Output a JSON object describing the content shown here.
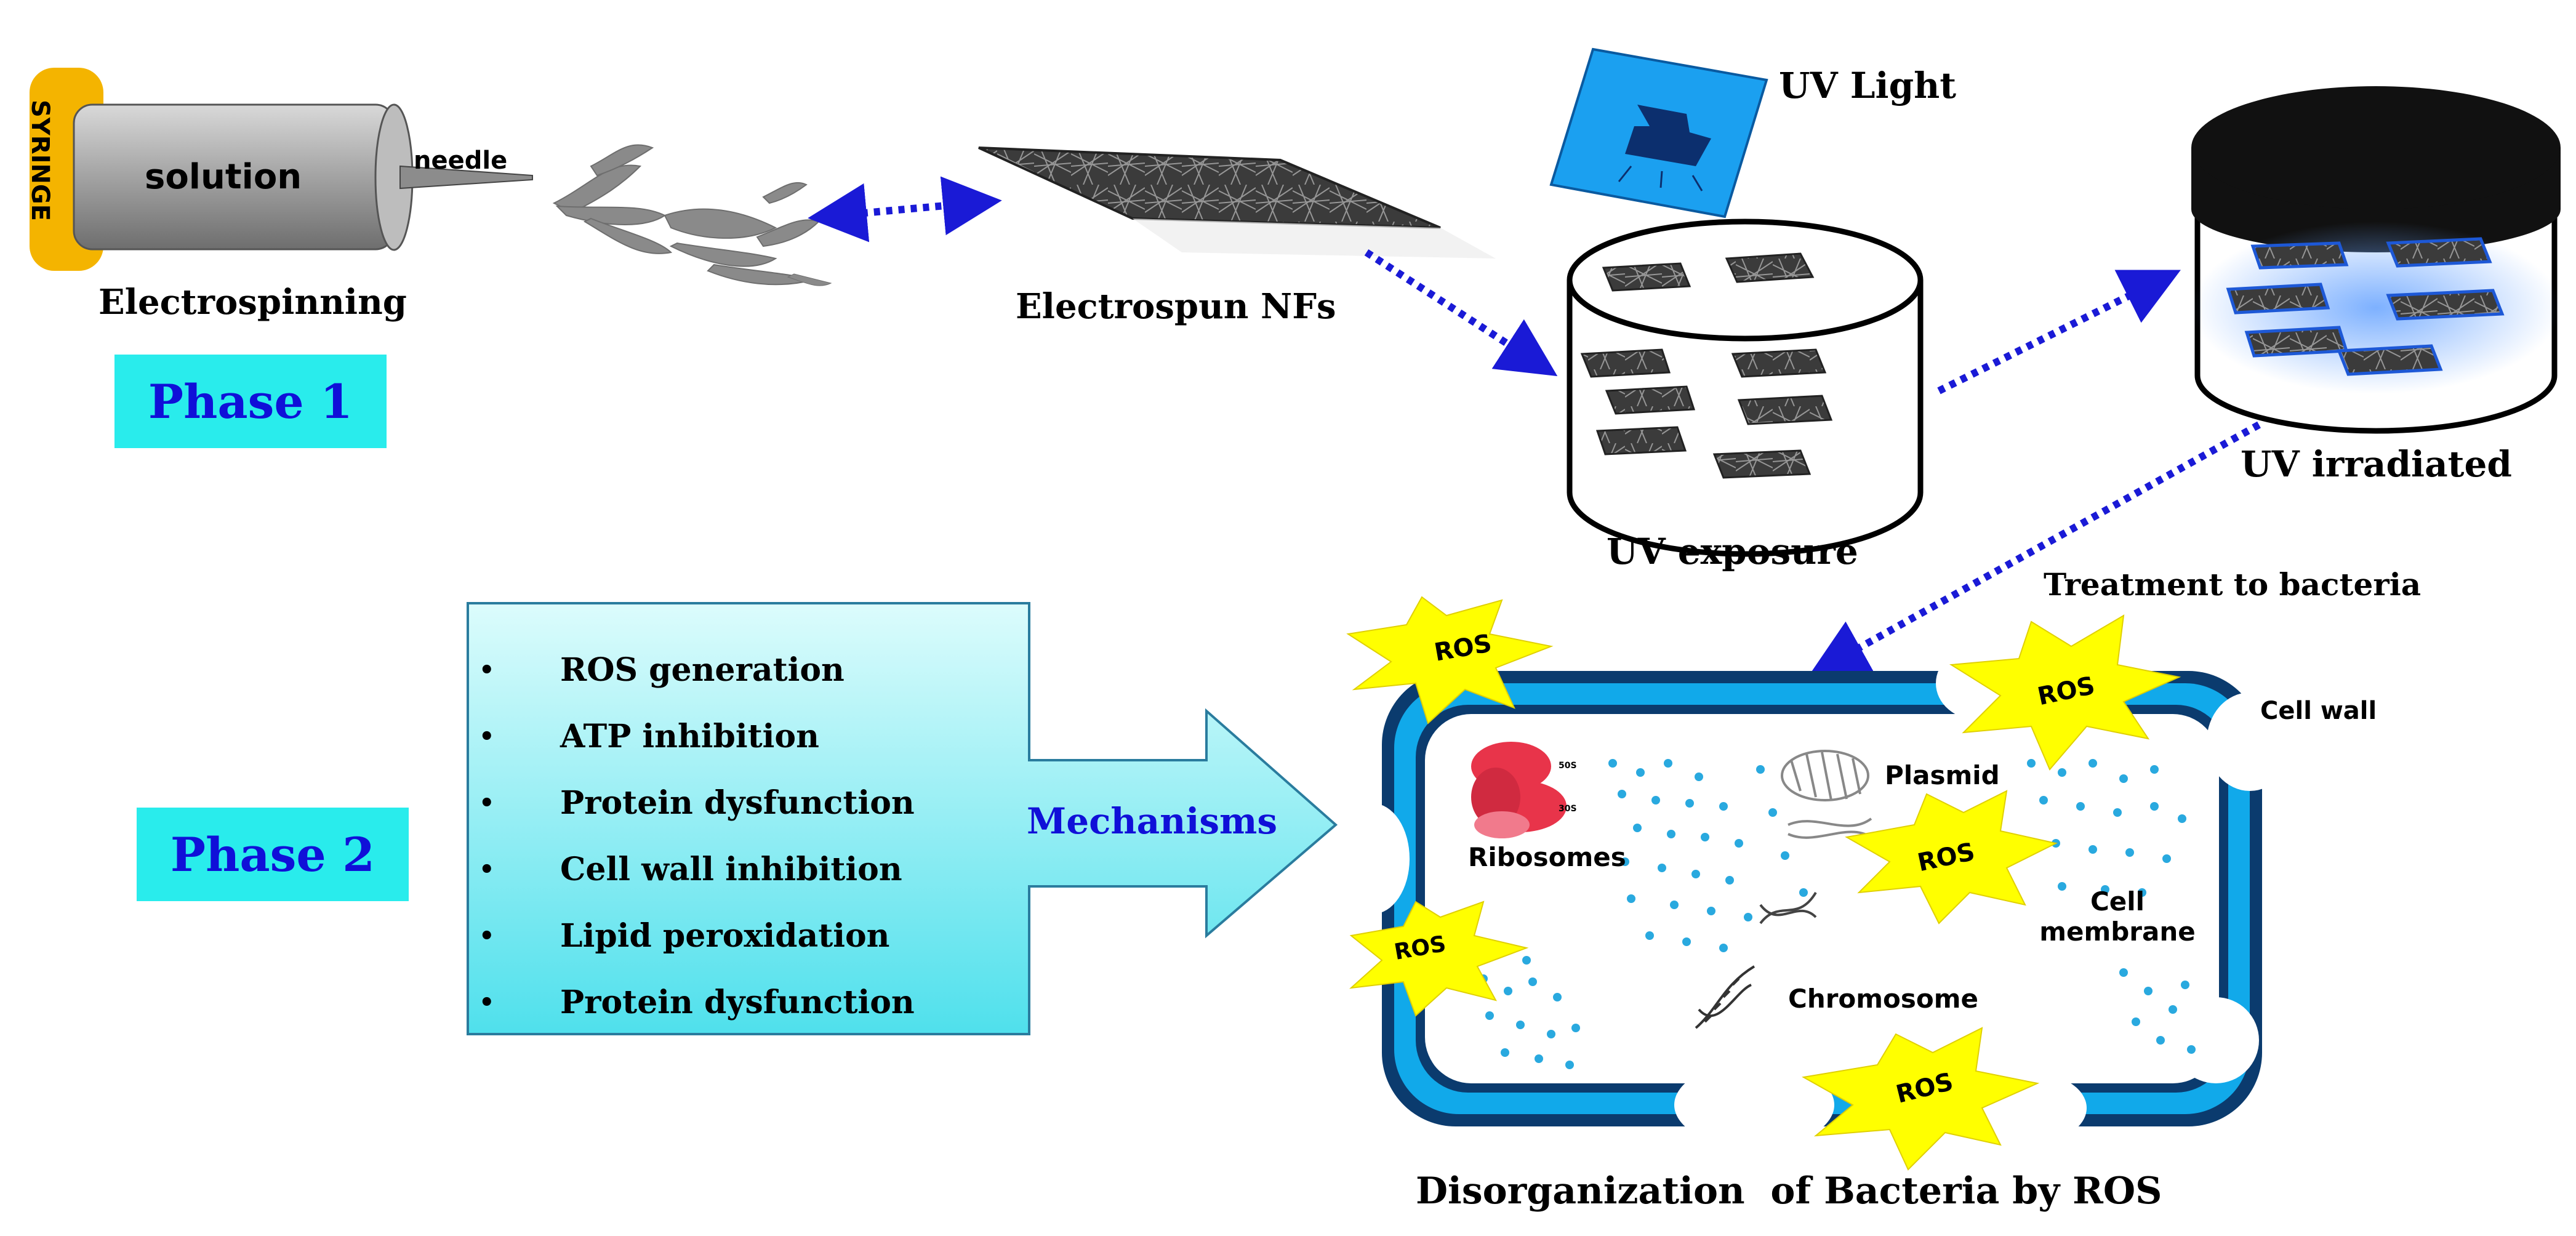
{
  "phase1": {
    "label": "Phase 1",
    "syringe_label": "SYRINGE",
    "solution_label": "solution",
    "needle_label": "needle",
    "electrospinning_label": "Electrospinning",
    "electrospun_label": "Electrospun NFs",
    "uv_light_label": "UV Light",
    "uv_exposure_label": "UV exposure",
    "uv_irradiated_label": "UV irradiated"
  },
  "phase2": {
    "label": "Phase 2",
    "mechanisms_label": "Mechanisms",
    "mechanisms": [
      "ROS generation",
      "ATP inhibition",
      "Protein dysfunction",
      "Cell wall inhibition",
      "Lipid peroxidation",
      "Protein dysfunction"
    ],
    "treatment_label": "Treatment to bacteria",
    "cell_wall_label": "Cell wall",
    "plasmid_label": "Plasmid",
    "ribosomes_label": "Ribosomes",
    "cell_membrane_label": "Cell membrane",
    "chromosome_label": "Chromosome",
    "ros_label": "ROS",
    "ribosome_subunit_50s": "50S",
    "ribosome_subunit_30s": "30S",
    "caption": "Disorganization  of Bacteria by ROS"
  },
  "colors": {
    "phase_box": "#29ecec",
    "phase_text": "#1010d8",
    "arrow_dash": "#1a1ad6",
    "mech_box_top": "#d6fbfb",
    "mech_box_bottom": "#52e2ee",
    "cell_wall_outer": "#0b3b6e",
    "cell_wall_inner": "#11a9ea",
    "ros_burst": "#ffff00",
    "syringe_cap": "#f4b400",
    "dots": "#29a9df"
  }
}
